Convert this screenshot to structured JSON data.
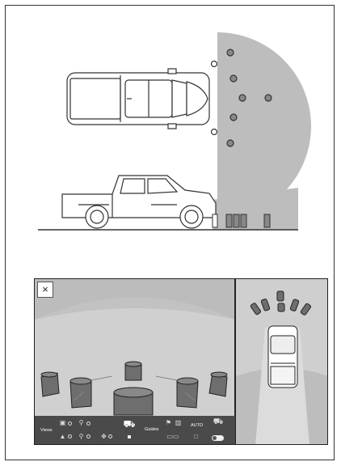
{
  "screen": {
    "close_label": "×",
    "toolbar": {
      "views_label": "Views",
      "guides_label": "Guides",
      "auto_label": "AUTO"
    }
  },
  "colors": {
    "sensor_zone": "#bdbdbd",
    "obstacle": "#707070",
    "toolbar": "#4a4a4a",
    "screen_bg": "#cfcfcf"
  },
  "icons": [
    "close-icon",
    "camera-view-icon",
    "side-view-icon",
    "front-view-icon",
    "guide-line-icon",
    "toggle-icon"
  ]
}
